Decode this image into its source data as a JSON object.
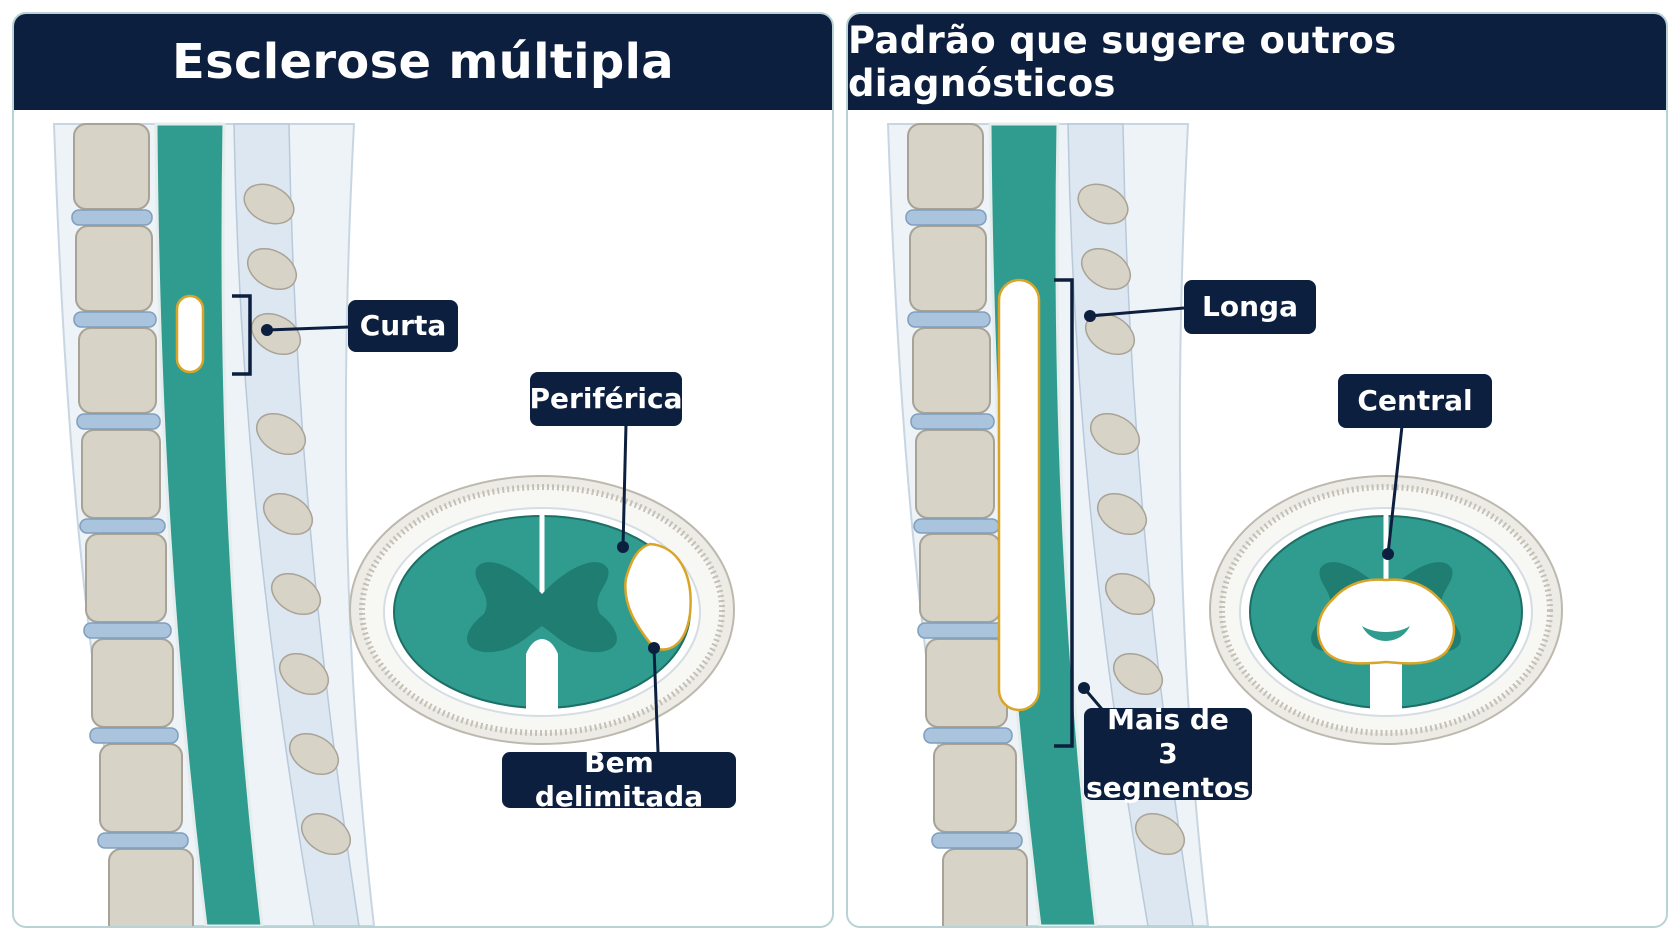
{
  "colors": {
    "header_bg": "#0c1f3f",
    "cord": "#2f9c8f",
    "gray_matter": "#1f7d72",
    "lesion": "#ffffff",
    "lesion_border": "#d9a528",
    "bone": "#d8d3c7",
    "disc": "#a9c4dc"
  },
  "panels": {
    "left": {
      "title": "Esclerose múltipla",
      "labels": {
        "length": "Curta",
        "location": "Periférica",
        "margin": "Bem delimitada"
      }
    },
    "right": {
      "title": "Padrão que sugere outros diagnósticos",
      "labels": {
        "length": "Longa",
        "location": "Central",
        "extent_line1": "Mais de",
        "extent_line2": "3 segnentos"
      }
    }
  }
}
